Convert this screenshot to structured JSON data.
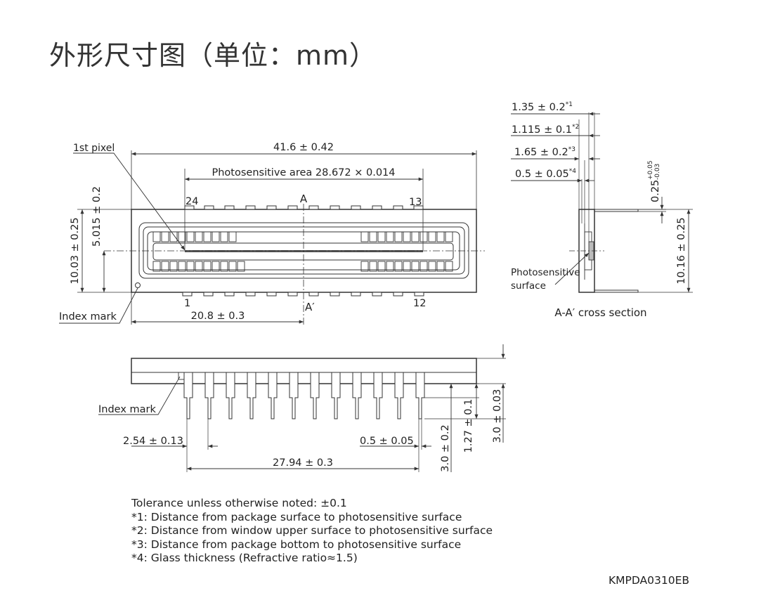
{
  "title": "外形尺寸图（单位：mm）",
  "top_view": {
    "dim_length": "41.6 ± 0.42",
    "dim_photosensitive": "Photosensitive area 28.672 × 0.014",
    "label_1st_pixel": "1st pixel",
    "label_a": "A",
    "label_a_prime": "A′",
    "pin_24": "24",
    "pin_13": "13",
    "pin_1": "1",
    "pin_12": "12",
    "dim_height": "10.03 ± 0.25",
    "dim_center": "5.015 ± 0.2",
    "label_index_mark": "Index mark",
    "dim_half": "20.8 ± 0.3"
  },
  "cross_section": {
    "dim1": "1.35 ± 0.2",
    "dim1_note": "*1",
    "dim2": "1.115 ± 0.1",
    "dim2_note": "*2",
    "dim3": "1.65 ± 0.2",
    "dim3_note": "*3",
    "dim4": "0.5 ± 0.05",
    "dim4_note": "*4",
    "dim_lead_thick": "0.25",
    "dim_lead_tol_plus": "+0.05",
    "dim_lead_tol_minus": "-0.03",
    "dim_width": "10.16 ± 0.25",
    "label_surface_1": "Photosensitive",
    "label_surface_2": "surface",
    "caption": "A-A′ cross section"
  },
  "side_view": {
    "label_index_mark": "Index mark",
    "dim_pitch": "2.54 ± 0.13",
    "dim_pin_width": "0.5 ± 0.05",
    "dim_span": "27.94 ± 0.3",
    "dim_lead_len": "3.0 ± 0.2",
    "dim_step": "1.27 ± 0.1",
    "dim_body": "3.0 ± 0.03"
  },
  "notes": [
    "Tolerance unless otherwise noted: ±0.1",
    "*1: Distance from package surface to photosensitive surface",
    "*2: Distance from window upper surface to photosensitive surface",
    "*3: Distance from package bottom to photosensitive surface",
    "*4: Glass thickness (Refractive ratio≈1.5)"
  ],
  "doc_code": "KMPDA0310EB"
}
